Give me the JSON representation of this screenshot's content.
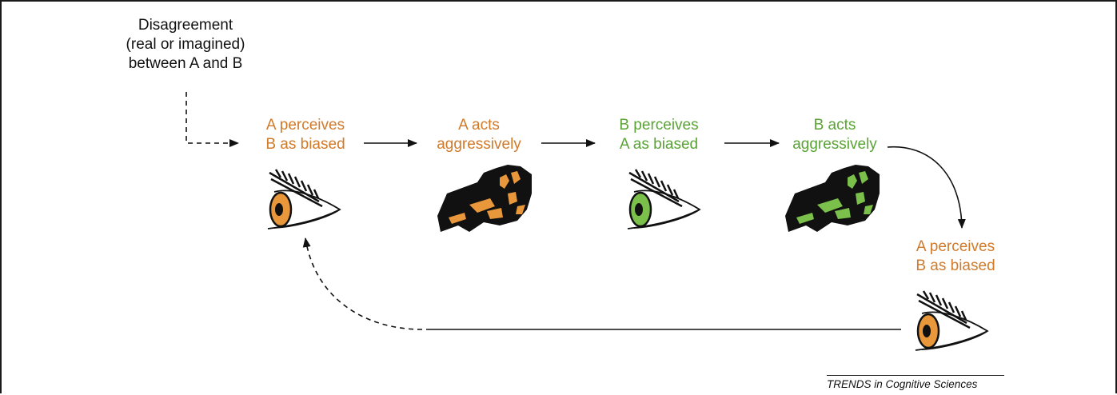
{
  "colors": {
    "person_a": "#e8973a",
    "person_b": "#7bc04a",
    "person_a_text": "#d07a2a",
    "person_b_text": "#5aa335",
    "ink": "#111111"
  },
  "start_node": {
    "line1": "Disagreement",
    "line2": "(real or imagined)",
    "line3": "between A and B"
  },
  "steps": [
    {
      "line1": "A perceives",
      "line2": "B as biased",
      "icon": "eye-icon",
      "person": "A"
    },
    {
      "line1": "A acts",
      "line2": "aggressively",
      "icon": "fist-icon",
      "person": "A"
    },
    {
      "line1": "B perceives",
      "line2": "A as biased",
      "icon": "eye-icon",
      "person": "B"
    },
    {
      "line1": "B acts",
      "line2": "aggressively",
      "icon": "fist-icon",
      "person": "B"
    },
    {
      "line1": "A perceives",
      "line2": "B as biased",
      "icon": "eye-icon",
      "person": "A"
    }
  ],
  "credit": "TRENDS in Cognitive Sciences"
}
